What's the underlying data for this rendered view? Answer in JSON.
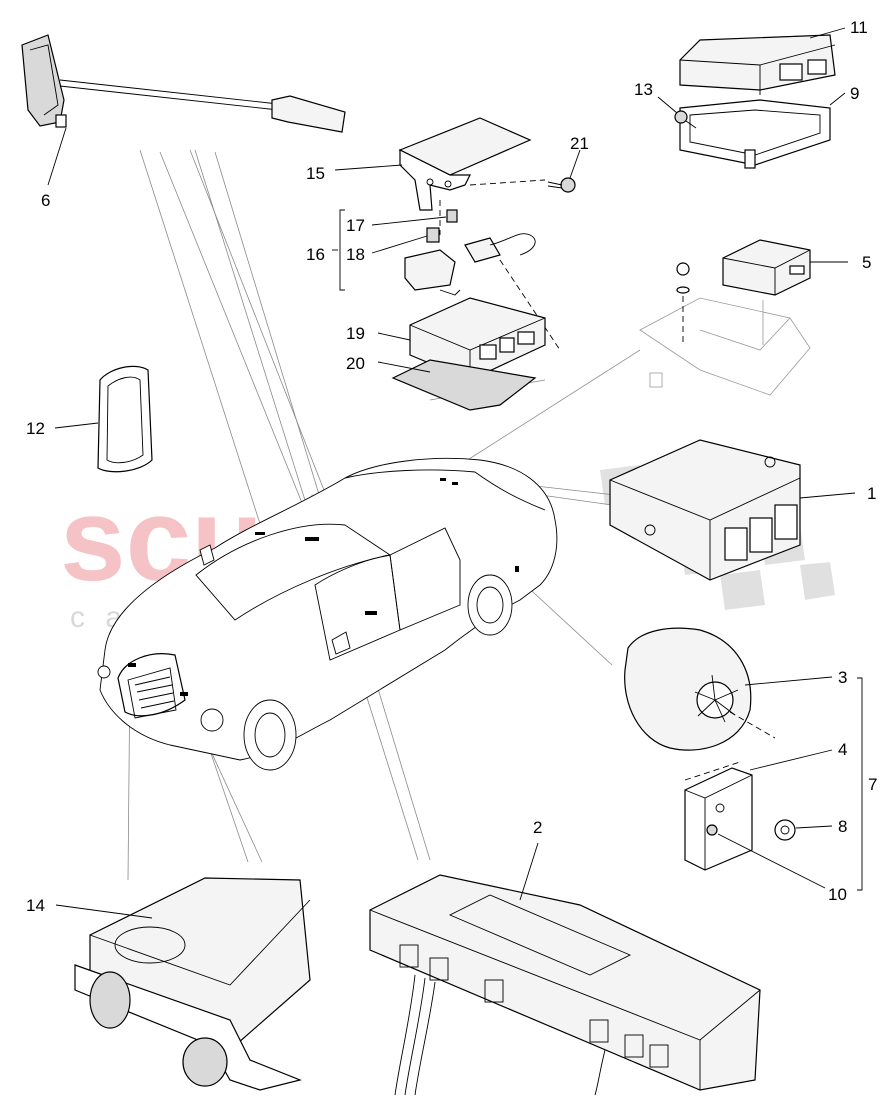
{
  "watermark": {
    "brand": "scuderia",
    "sub": "c a r   p a r t s",
    "brand_color": "#f4b8bc",
    "sub_color": "#d8d8d8"
  },
  "callouts": {
    "p1": "1",
    "p2": "2",
    "p3": "3",
    "p4": "4",
    "p5": "5",
    "p6": "6",
    "p7": "7",
    "p8": "8",
    "p9": "9",
    "p10": "10",
    "p11": "11",
    "p12": "12",
    "p13": "13",
    "p14": "14",
    "p15": "15",
    "p16": "16",
    "p17": "17",
    "p18": "18",
    "p19": "19",
    "p20": "20",
    "p21": "21"
  }
}
